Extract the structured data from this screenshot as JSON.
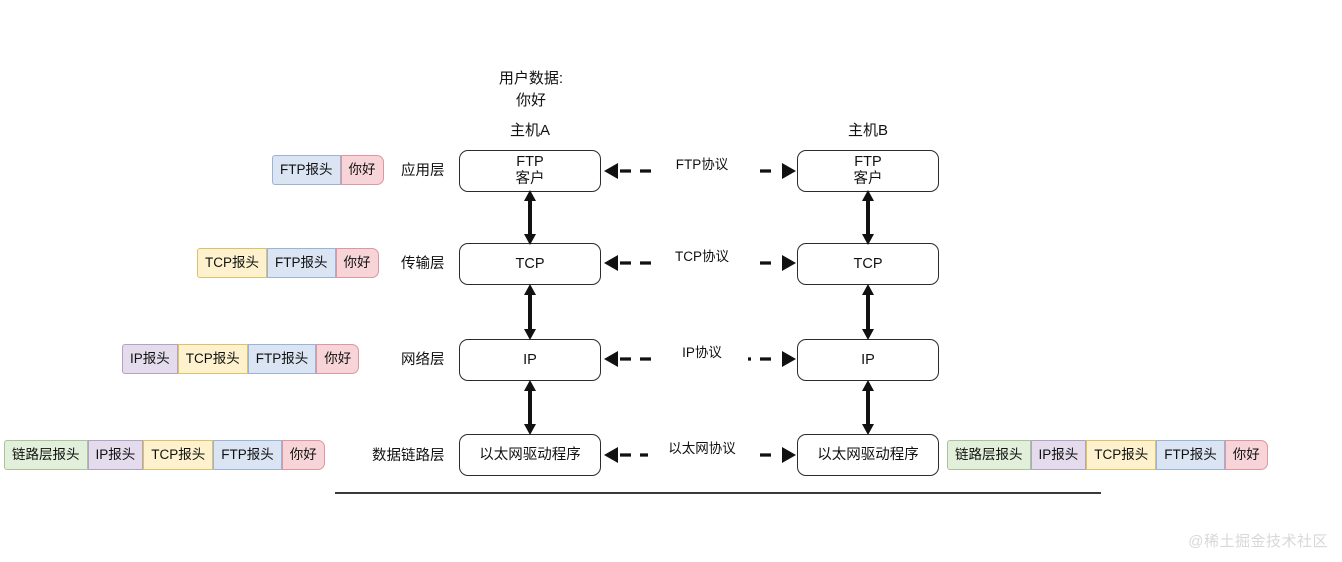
{
  "diagram": {
    "user_data_caption": "用户数据:\n你好",
    "hosts": [
      {
        "id": "a",
        "title": "主机A"
      },
      {
        "id": "b",
        "title": "主机B"
      }
    ],
    "layers": [
      {
        "key": "application",
        "label": "应用层",
        "node_a": "FTP\n客户",
        "node_b": "FTP\n客户",
        "protocol": "FTP协议"
      },
      {
        "key": "transport",
        "label": "传输层",
        "node_a": "TCP",
        "node_b": "TCP",
        "protocol": "TCP协议"
      },
      {
        "key": "network",
        "label": "网络层",
        "node_a": "IP",
        "node_b": "IP",
        "protocol": "IP协议"
      },
      {
        "key": "datalink",
        "label": "数据链路层",
        "node_a": "以太网驱动程序",
        "node_b": "以太网驱动程序",
        "protocol": "以太网协议"
      }
    ],
    "headers": {
      "link": "链路层报头",
      "ip": "IP报头",
      "tcp": "TCP报头",
      "ftp": "FTP报头",
      "payload": "你好"
    },
    "left_chains": {
      "application": [
        "FTP报头",
        "你好"
      ],
      "transport": [
        "TCP报头",
        "FTP报头",
        "你好"
      ],
      "network": [
        "IP报头",
        "TCP报头",
        "FTP报头",
        "你好"
      ],
      "datalink": [
        "链路层报头",
        "IP报头",
        "TCP报头",
        "FTP报头",
        "你好"
      ]
    },
    "right_chain": [
      "链路层报头",
      "IP报头",
      "TCP报头",
      "FTP报头",
      "你好"
    ],
    "colors": {
      "link_header": "#e2efda",
      "ip_header": "#e4dcec",
      "tcp_header": "#fdf2cd",
      "ftp_header": "#dae4f3",
      "payload": "#f6d4d7",
      "node_border": "#2b2b2b",
      "arrow": "#111111",
      "bottom_rule": "#3a3a3a",
      "watermark": "#d8d8d8"
    },
    "watermark": "@稀土掘金技术社区"
  }
}
